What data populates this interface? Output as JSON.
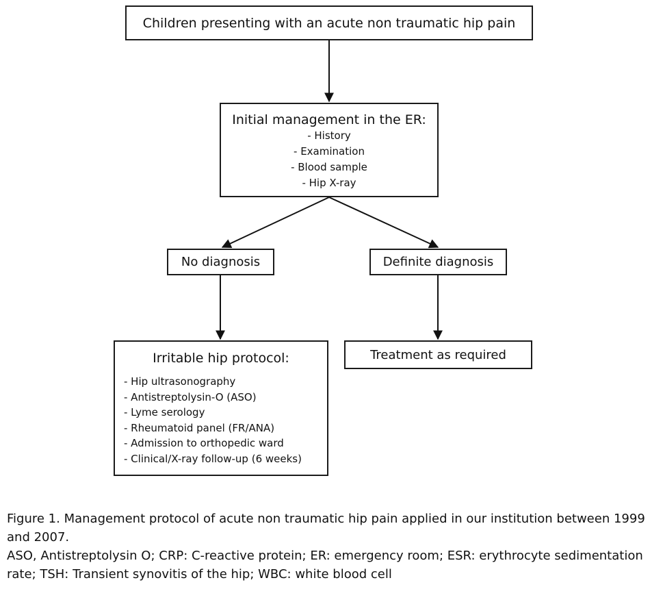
{
  "flowchart": {
    "start": "Children presenting with an acute non traumatic hip pain",
    "er": {
      "title": "Initial management in the ER:",
      "items": [
        "- History",
        "- Examination",
        "- Blood sample",
        "- Hip X-ray"
      ]
    },
    "no_diagnosis": "No diagnosis",
    "definite_diagnosis": "Definite diagnosis",
    "irritable": {
      "title": "Irritable hip protocol:",
      "items": [
        "- Hip ultrasonography",
        "- Antistreptolysin-O (ASO)",
        "- Lyme serology",
        "- Rheumatoid panel (FR/ANA)",
        "- Admission to orthopedic ward",
        "- Clinical/X-ray follow-up (6 weeks)"
      ]
    },
    "treatment": "Treatment as required"
  },
  "caption": {
    "figure": "Figure 1. Management protocol of acute non traumatic hip pain applied in our institution between 1999 and 2007.",
    "abbreviations": "ASO,  Antistreptolysin O; CRP: C-reactive protein; ER: emergency room; ESR: erythrocyte sedimentation rate; TSH: Transient synovitis of the hip; WBC: white blood cell"
  }
}
